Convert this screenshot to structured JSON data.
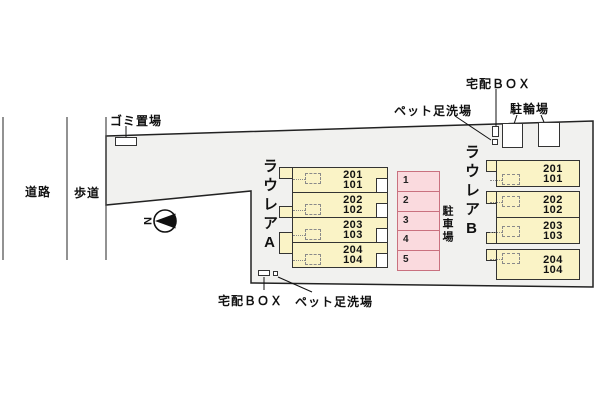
{
  "plan_title": "apartment-site-plan",
  "road_labels": {
    "road": "道路",
    "sidewalk": "歩道"
  },
  "garbage": {
    "label": "ゴミ置場"
  },
  "compass": {
    "letter": "N"
  },
  "buildings": {
    "a": {
      "name": "ラウレアA",
      "units": [
        {
          "upper": "201",
          "lower": "101"
        },
        {
          "upper": "202",
          "lower": "102"
        },
        {
          "upper": "203",
          "lower": "103"
        },
        {
          "upper": "204",
          "lower": "104"
        }
      ]
    },
    "b": {
      "name": "ラウレアB",
      "units": [
        {
          "upper": "201",
          "lower": "101"
        },
        {
          "upper": "202",
          "lower": "102"
        },
        {
          "upper": "203",
          "lower": "103"
        },
        {
          "upper": "204",
          "lower": "104"
        }
      ]
    }
  },
  "parking": {
    "label": "駐車場",
    "stalls": [
      "1",
      "2",
      "3",
      "4",
      "5"
    ]
  },
  "annotations": {
    "delivery_box_top": "宅配ＢＯＸ",
    "pet_wash_top": "ペット足洗場",
    "bicycle_parking": "駐輪場",
    "delivery_box_bottom": "宅配ＢＯＸ",
    "pet_wash_bottom": "ペット足洗場"
  },
  "colors": {
    "site_fill": "#f1f1ef",
    "building_fill": "#faf3c6",
    "parking_fill": "#fadade",
    "parking_border": "#c9717f",
    "line": "#222222"
  }
}
